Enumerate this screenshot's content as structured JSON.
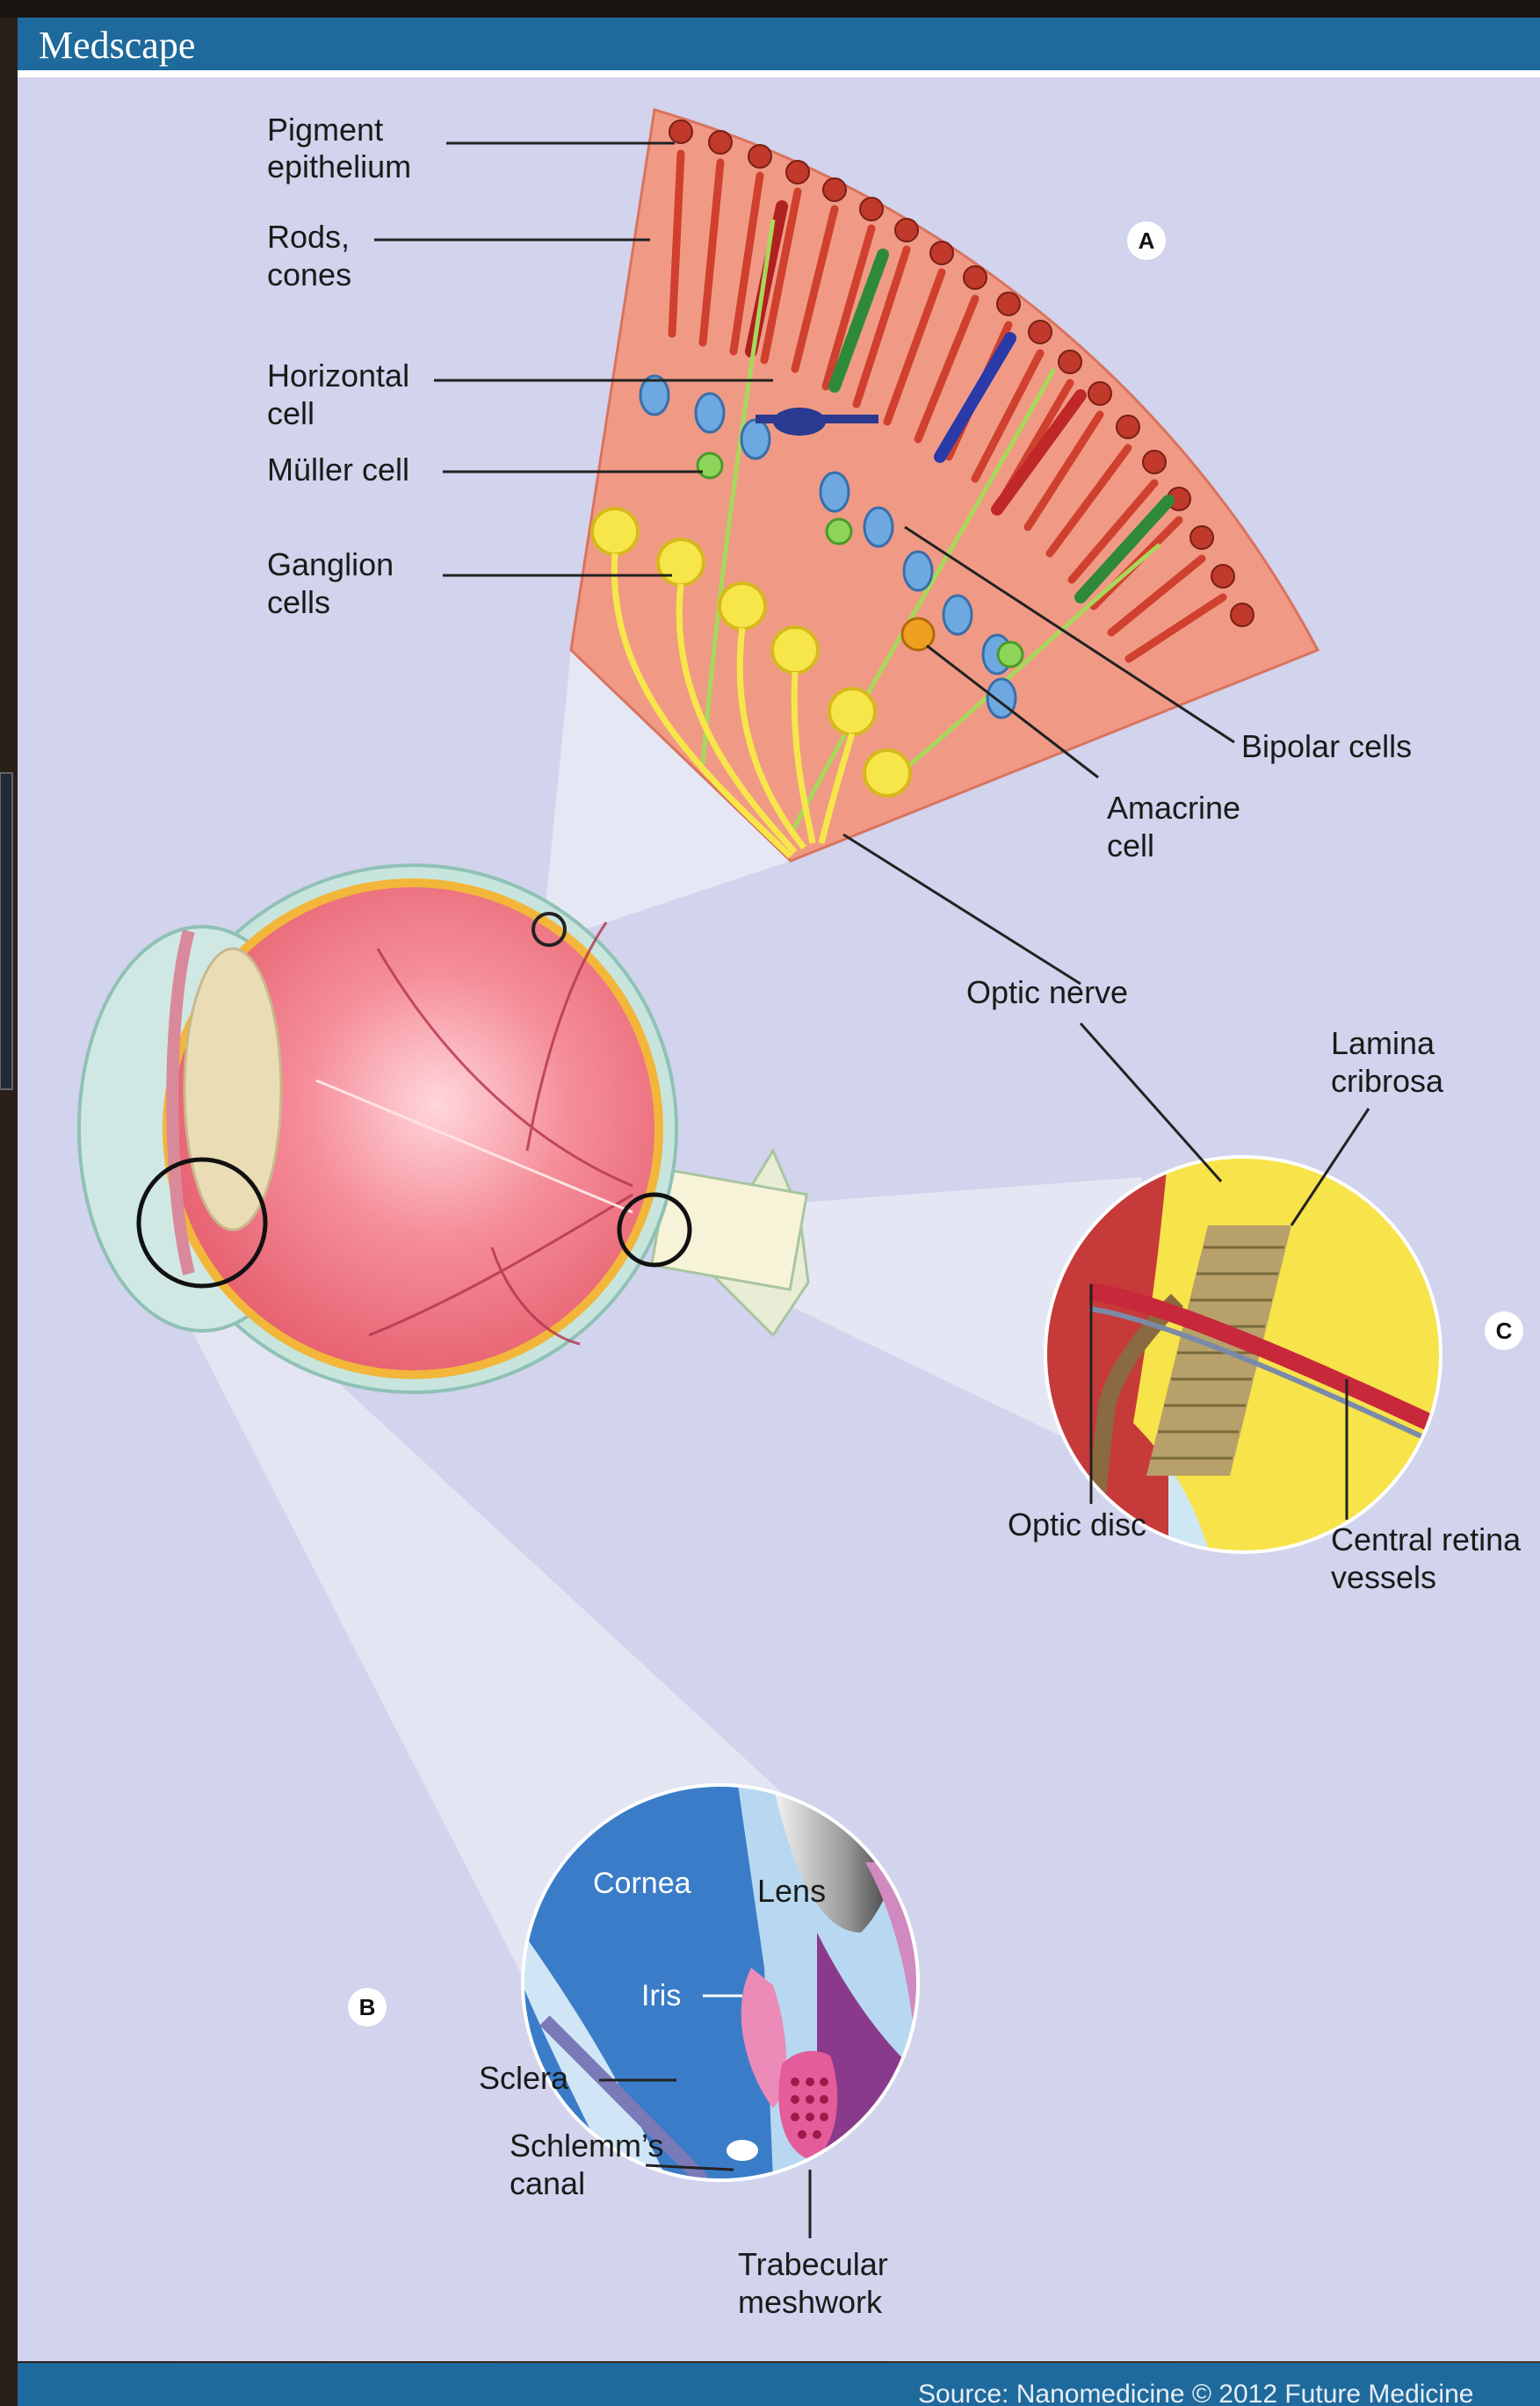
{
  "header": {
    "brand": "Medscape"
  },
  "footer": {
    "source": "Source: Nanomedicine © 2012 Future Medicine"
  },
  "panels": {
    "a": "A",
    "b": "B",
    "c": "C"
  },
  "retina_labels": {
    "pigment_1": "Pigment",
    "pigment_2": "epithelium",
    "rods_1": "Rods,",
    "rods_2": "cones",
    "horizontal_1": "Horizontal",
    "horizontal_2": "cell",
    "muller": "Müller cell",
    "ganglion_1": "Ganglion",
    "ganglion_2": "cells",
    "bipolar": "Bipolar cells",
    "amacrine_1": "Amacrine",
    "amacrine_2": "cell"
  },
  "nerve_labels": {
    "optic_nerve": "Optic nerve",
    "lamina_1": "Lamina",
    "lamina_2": "cribrosa",
    "optic_disc": "Optic disc",
    "central_1": "Central retina",
    "central_2": "vessels"
  },
  "angle_labels": {
    "cornea": "Cornea",
    "lens": "Lens",
    "iris": "Iris",
    "sclera": "Sclera",
    "schlemm_1": "Schlemm’s",
    "schlemm_2": "canal",
    "trabecular_1": "Trabecular",
    "trabecular_2": "meshwork"
  }
}
